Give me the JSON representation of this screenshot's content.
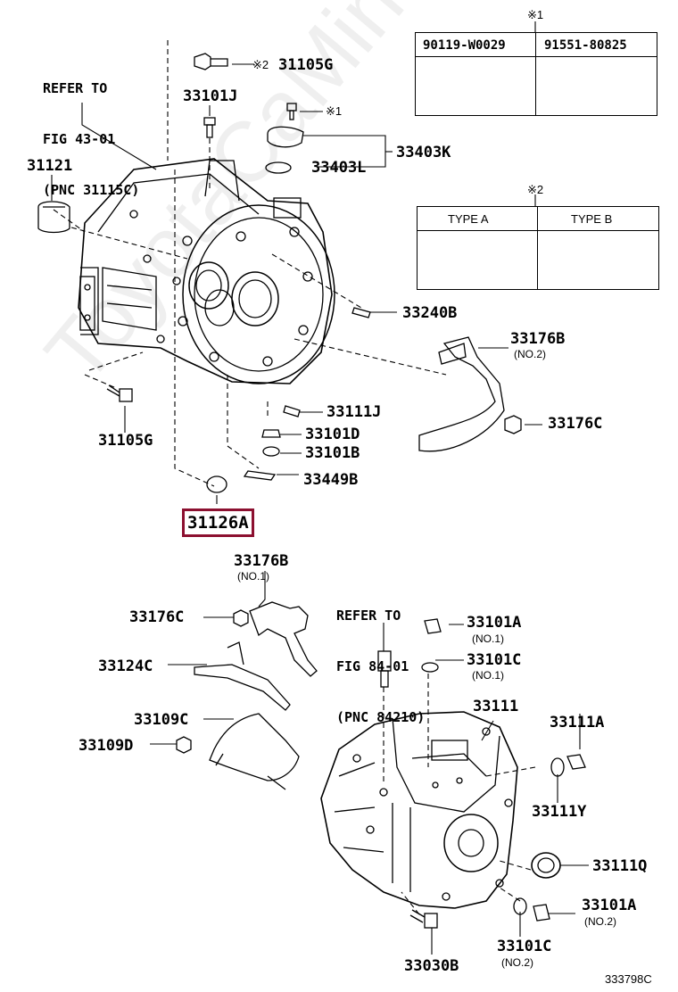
{
  "watermark": "ToyotaCaMine.ru",
  "figure_code": "333798C",
  "note_refs": {
    "one": "※1",
    "two": "※2"
  },
  "table1": {
    "marker": "※1",
    "col1": "90119-W0029",
    "col2": "91551-80825"
  },
  "table2": {
    "marker": "※2",
    "col1": "TYPE A",
    "col2": "TYPE B"
  },
  "refer_top": {
    "line1": "REFER TO",
    "line2": "FIG 43-01",
    "line3": "(PNC 31115C)"
  },
  "refer_mid": {
    "line1": "REFER TO",
    "line2": "FIG 84-01",
    "line3": "(PNC 84210)"
  },
  "labels": {
    "p31105G_top": "31105G",
    "p33101J": "33101J",
    "p33403K": "33403K",
    "p33403L": "33403L",
    "p31121": "31121",
    "p33240B": "33240B",
    "p33176B_top": "33176B",
    "p33176B_top_sub": "(NO.2)",
    "p33176C_top": "33176C",
    "p33111J": "33111J",
    "p33101D": "33101D",
    "p33101B": "33101B",
    "p31105G_bot": "31105G",
    "p33449B": "33449B",
    "p31126A": "31126A",
    "p33176B_mid": "33176B",
    "p33176B_mid_sub": "(NO.1)",
    "p33176C_mid": "33176C",
    "p33124C": "33124C",
    "p33109C": "33109C",
    "p33109D": "33109D",
    "p33101A_top": "33101A",
    "p33101A_top_sub": "(NO.1)",
    "p33101C_top": "33101C",
    "p33101C_top_sub": "(NO.1)",
    "p33111": "33111",
    "p33111A": "33111A",
    "p33111Y": "33111Y",
    "p33111Q": "33111Q",
    "p33101A_bot": "33101A",
    "p33101A_bot_sub": "(NO.2)",
    "p33101C_bot": "33101C",
    "p33101C_bot_sub": "(NO.2)",
    "p33030B": "33030B"
  },
  "highlight_color": "#8c1030"
}
